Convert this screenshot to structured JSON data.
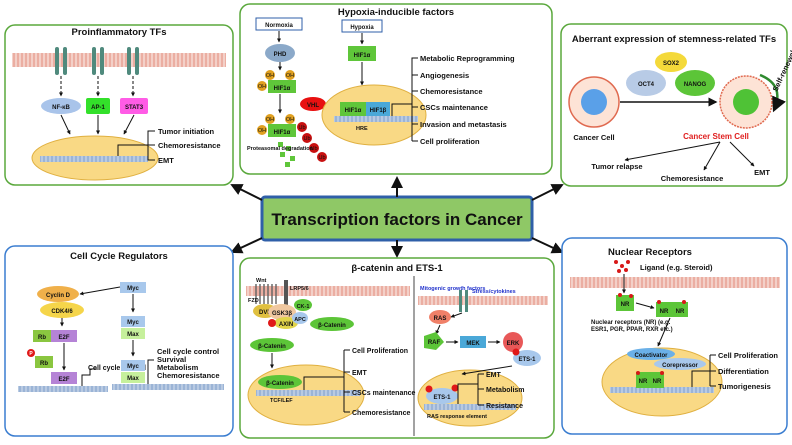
{
  "center_title": "Transcription factors in Cancer",
  "proinflammatory": {
    "title": "Proinflammatory TFs",
    "tfs": [
      "NF-κB",
      "AP-1",
      "STAT3"
    ],
    "outcomes": [
      "Tumor initiation",
      "Chemoresistance",
      "EMT"
    ]
  },
  "hypoxia": {
    "title": "Hypoxia-inducible factors",
    "normoxia": "Normoxia",
    "hypoxia": "Hypoxia",
    "phd": "PHD",
    "oh": "OH",
    "hif1a": "HIF1α",
    "vhl": "VHL",
    "ub": "Ub",
    "degradation": "Proteasomal degradation",
    "hif1a_n": "HIF1α",
    "hif1b": "HIF1β",
    "hre": "HRE",
    "outcomes": [
      "Metabolic Reprogramming",
      "Angiogenesis",
      "Chemoresistance",
      "CSCs maintenance",
      "Invasion and metastasis",
      "Cell proliferation"
    ]
  },
  "stemness": {
    "title": "Aberrant expression of stemness-related TFs",
    "sox2": "SOX2",
    "oct4": "OCT4",
    "nanog": "NANOG",
    "cancer_cell": "Cancer Cell",
    "csc": "Cancer Stem Cell",
    "self_renewal": "Self-renewal",
    "outcomes": [
      "Tumor relapse",
      "Chemoresistance",
      "EMT"
    ]
  },
  "cell_cycle": {
    "title": "Cell Cycle Regulators",
    "cyclin": "Cyclin D",
    "cdk": "CDK4/6",
    "rb": "Rb",
    "e2f": "E2F",
    "p": "P",
    "cc_control": "Cell cycle control",
    "myc": "Myc",
    "max": "Max",
    "myc_outcomes": [
      "Cell cycle control",
      "Survival",
      "Metabolism",
      "Chemoresistance"
    ]
  },
  "beta_catenin": {
    "title": "β-catenin and ETS-1",
    "wnt": "Wnt",
    "fzd": "FZD",
    "lrp": "LRP5/6",
    "dvl": "DVL",
    "gsk": "GSK3β",
    "ck1": "CK-1",
    "apc": "APC",
    "axin": "AXIN",
    "bcat": "β-Catenin",
    "tcf": "TCF/LEF",
    "outcomes": [
      "Cell Proliferation",
      "EMT",
      "CSCs maintenance",
      "Chemoresistance"
    ],
    "mitogenic": "Mitogenic growth factors",
    "stress": "Stress/cytokines",
    "ras": "RAS",
    "raf": "RAF",
    "mek": "MEK",
    "erk": "ERK",
    "ets": "ETS-1",
    "ras_element": "RAS response element",
    "ets_outcomes": [
      "EMT",
      "Metabolism",
      "Resistance"
    ]
  },
  "nuclear": {
    "title": "Nuclear Receptors",
    "ligand": "Ligand (e.g. Steroid)",
    "nr": "NR",
    "nr_desc_1": "Nuclear receptors (NR)  (e.g.",
    "nr_desc_2": "ESR1, PGR, PPAR, RXR etc.)",
    "coactivator": "Coactivator",
    "corepressor": "Corepressor",
    "outcomes": [
      "Cell Proliferation",
      "Differentiation",
      "Tumorigenesis"
    ]
  }
}
